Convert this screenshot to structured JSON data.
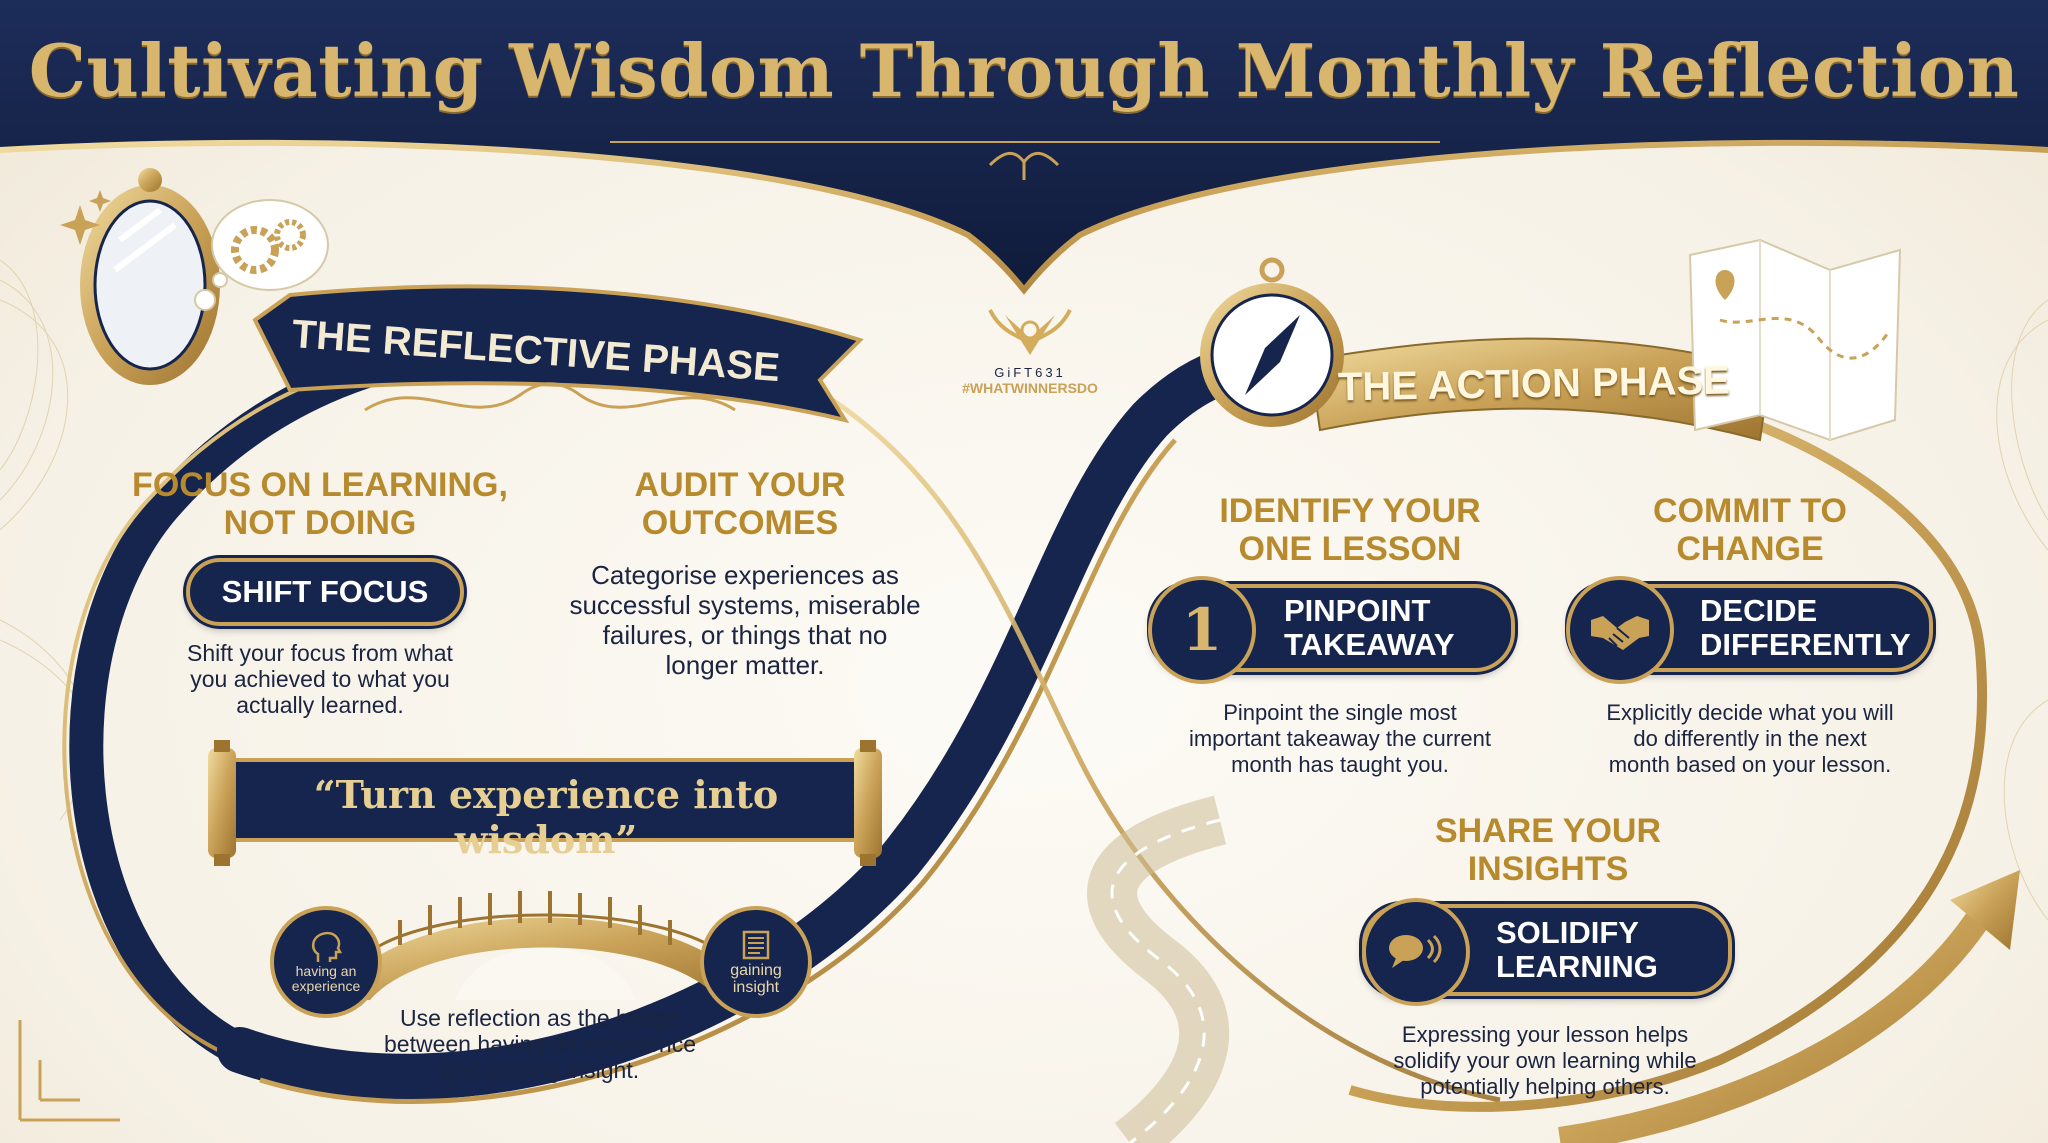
{
  "title": "Cultivating Wisdom Through Monthly Reflection",
  "logo": {
    "brand": "GiFT631",
    "tag": "#WHATWINNERSDO"
  },
  "reflective": {
    "banner": "THE REFLECTIVE PHASE",
    "focus": {
      "heading_line1": "FOCUS ON LEARNING,",
      "heading_line2": "NOT DOING",
      "pill": "SHIFT FOCUS",
      "text_line1": "Shift your focus from what",
      "text_line2": "you achieved to what you",
      "text_line3": "actually learned."
    },
    "audit": {
      "heading_line1": "AUDIT YOUR",
      "heading_line2": "OUTCOMES",
      "text_line1": "Categorise experiences as",
      "text_line2": "successful systems, miserable",
      "text_line3": "failures, or things that no",
      "text_line4": "longer matter."
    },
    "quote": "“Turn experience into wisdom”",
    "bridge": {
      "left_label_line1": "having an",
      "left_label_line2": "experience",
      "right_label_line1": "gaining",
      "right_label_line2": "insight",
      "text_line1": "Use reflection as the bridge",
      "text_line2": "between having an experience",
      "text_line3": "and gaining insight."
    }
  },
  "action": {
    "banner": "THE ACTION PHASE",
    "lesson": {
      "heading_line1": "IDENTIFY YOUR",
      "heading_line2": "ONE LESSON",
      "badge_number": "1",
      "pill_line1": "PINPOINT",
      "pill_line2": "TAKEAWAY",
      "text_line1": "Pinpoint the single most",
      "text_line2": "important takeaway the current",
      "text_line3": "month has taught you."
    },
    "commit": {
      "heading_line1": "COMMIT TO",
      "heading_line2": "CHANGE",
      "pill_line1": "DECIDE",
      "pill_line2": "DIFFERENTLY",
      "text_line1": "Explicitly decide what you will",
      "text_line2": "do differently in the next",
      "text_line3": "month based on your lesson."
    },
    "share": {
      "heading_line1": "SHARE YOUR",
      "heading_line2": "INSIGHTS",
      "pill_line1": "SOLIDIFY",
      "pill_line2": "LEARNING",
      "text_line1": "Expressing your lesson helps",
      "text_line2": "solidify your own learning while",
      "text_line3": "potentially helping others."
    }
  },
  "colors": {
    "navy": "#16254d",
    "gold": "#c9a157",
    "gold_text": "#b88a2e",
    "cream": "#f8f5ee"
  },
  "icons": [
    "mirror-icon",
    "thought-gears-icon",
    "compass-icon",
    "map-icon",
    "head-icon",
    "scroll-icon",
    "handshake-icon",
    "speech-bubble-icon",
    "wings-logo-icon",
    "arrow-up-icon"
  ]
}
